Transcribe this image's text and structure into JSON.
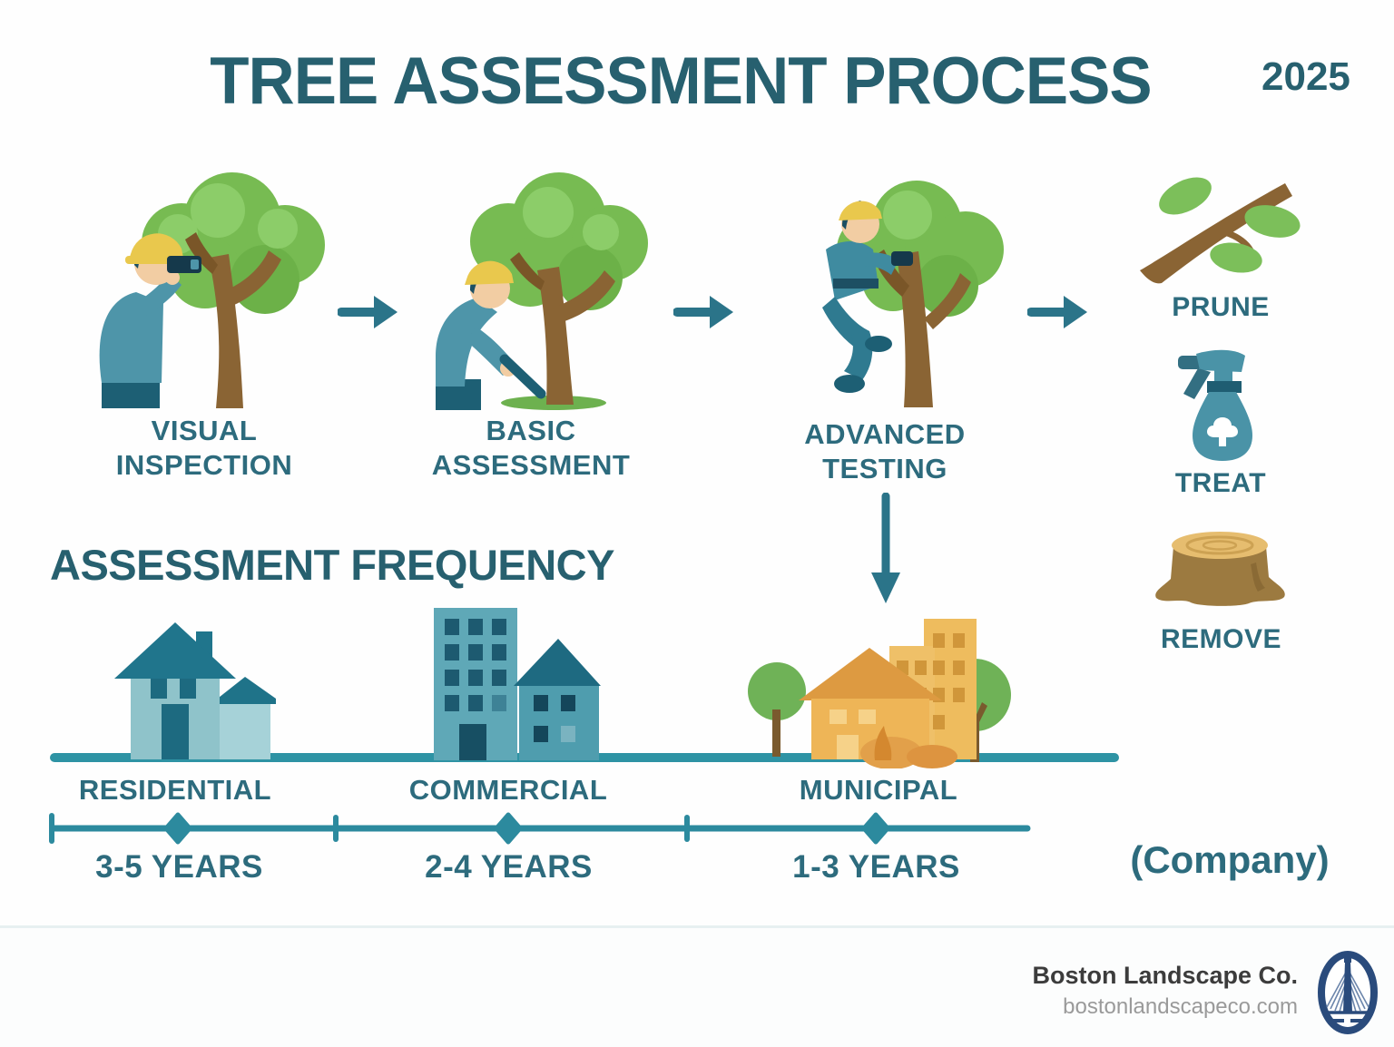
{
  "title": "TREE ASSESSMENT PROCESS",
  "year": "2025",
  "process_steps": [
    {
      "icon": "inspector-with-binoculars-and-tree",
      "line1": "VISUAL",
      "line2": "INSPECTION"
    },
    {
      "icon": "worker-probing-tree-base",
      "line1": "BASIC",
      "line2": "ASSESSMENT"
    },
    {
      "icon": "climber-testing-tree",
      "line1": "ADVANCED",
      "line2": "TESTING"
    }
  ],
  "outcomes": [
    {
      "icon": "branch-icon",
      "label": "PRUNE"
    },
    {
      "icon": "spray-bottle-icon",
      "label": "TREAT"
    },
    {
      "icon": "stump-icon",
      "label": "REMOVE"
    }
  ],
  "frequency": {
    "heading": "ASSESSMENT FREQUENCY",
    "categories": [
      {
        "icon": "house-icon",
        "label": "RESIDENTIAL",
        "interval": "3-5 YEARS"
      },
      {
        "icon": "commercial-buildings-icon",
        "label": "COMMERCIAL",
        "interval": "2-4 YEARS"
      },
      {
        "icon": "municipal-buildings-icon",
        "label": "MUNICIPAL",
        "interval": "1-3 YEARS"
      }
    ],
    "note": "(Company)"
  },
  "footer": {
    "company": "Boston Landscape Co.",
    "website": "bostonlandscapeco.com"
  },
  "colors": {
    "heading_teal": "#27606f",
    "label_teal": "#2d6b7d",
    "line_teal": "#2e93a4",
    "arrow_teal": "#2b7489",
    "canopy_green": "#77bb52",
    "trunk_brown": "#8a6434",
    "municipal_orange": "#eeb557",
    "logo_navy": "#2a4b7c"
  }
}
